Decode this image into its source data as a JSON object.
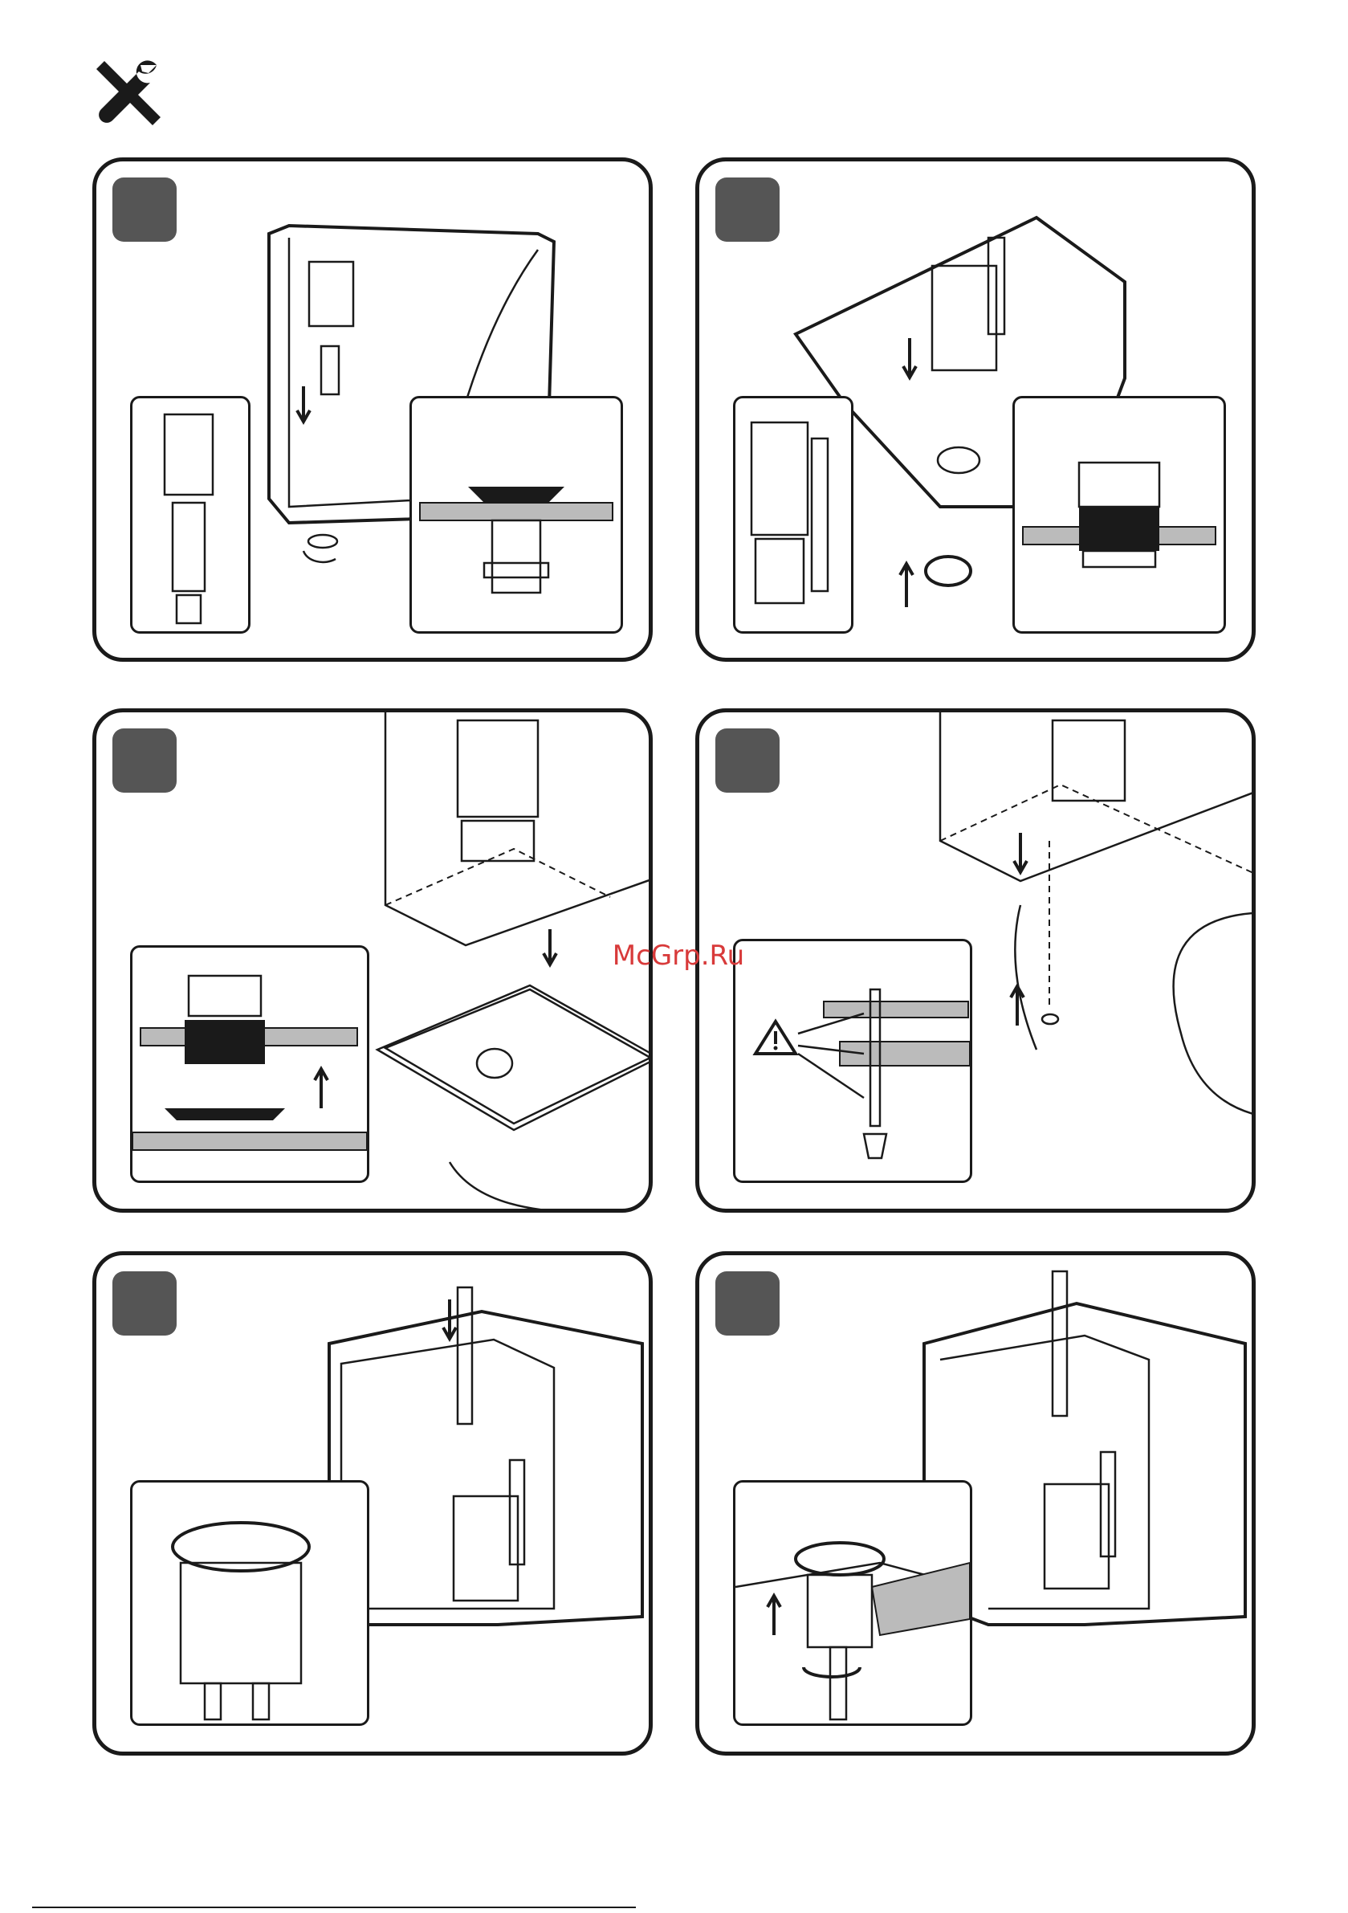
{
  "page": {
    "watermark": "McGrp.Ru"
  },
  "icons": {
    "header": "wrench-screwdriver-icon",
    "warning": "warning-triangle-icon"
  },
  "colors": {
    "badge": "#555555",
    "watermark": "#d83a3a",
    "outline": "#1a1a1a"
  },
  "steps": [
    {
      "name": "step-1"
    },
    {
      "name": "step-2"
    },
    {
      "name": "step-3"
    },
    {
      "name": "step-4"
    },
    {
      "name": "step-5"
    },
    {
      "name": "step-6"
    }
  ]
}
